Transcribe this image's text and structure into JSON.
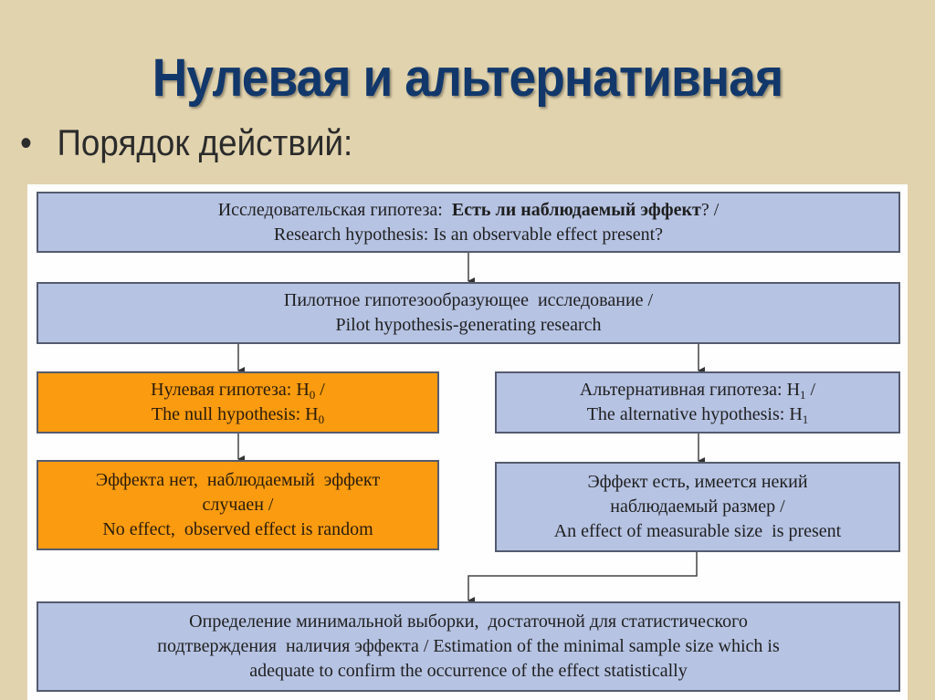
{
  "slide": {
    "title": "Нулевая и альтернативная",
    "bullet": "Порядок действий:",
    "bullet_marker": "•"
  },
  "colors": {
    "background": "#e1d3ae",
    "title": "#12386b",
    "blue_box": "#b6c3e3",
    "orange_box": "#fb9b10",
    "border": "#555b6e"
  },
  "flowchart": {
    "research": {
      "line1_prefix": "Исследовательская гипотеза:  ",
      "line1_bold": "Есть ли наблюдаемый эффект",
      "line1_suffix": "? /",
      "line2": "Research hypothesis: Is an observable effect present?"
    },
    "pilot": {
      "line1": "Пилотное гипотезообразующее  исследование /",
      "line2": "Pilot hypothesis-generating research"
    },
    "null_hypothesis": {
      "line1": "Нулевая гипотеза: H",
      "line1_sub": "0",
      "line1_suffix": " /",
      "line2": "The null hypothesis: H",
      "line2_sub": "0"
    },
    "alt_hypothesis": {
      "line1": "Альтернативная гипотеза: H",
      "line1_sub": "1",
      "line1_suffix": " /",
      "line2": "The alternative hypothesis: H",
      "line2_sub": "1"
    },
    "no_effect": {
      "line1": "Эффекта нет,  наблюдаемый  эффект",
      "line2": "случаен /",
      "line3": "No effect,  observed effect is random"
    },
    "effect_present": {
      "line1": "Эффект есть, имеется некий",
      "line2": "наблюдаемый размер /",
      "line3": "An effect of measurable size  is present"
    },
    "sample_size": {
      "line1": "Определение минимальной выборки,  достаточной для статистического",
      "line2": "подтверждения  наличия эффекта / Estimation of the minimal sample size which is",
      "line3": "adequate to confirm the occurrence of the effect statistically"
    }
  }
}
